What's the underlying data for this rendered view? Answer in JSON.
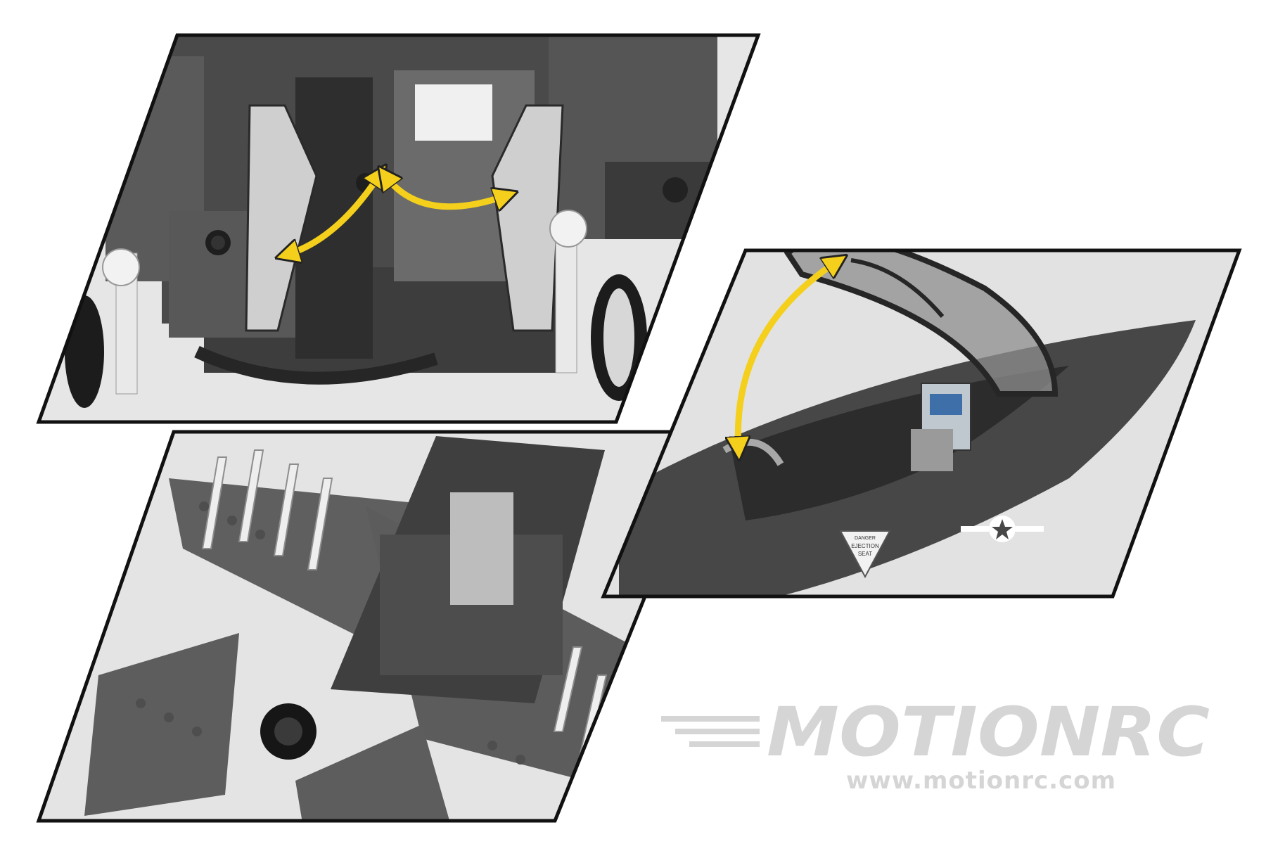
{
  "watermark": {
    "logo_text": "MOTIONRC",
    "url": "www.motionrc.com"
  },
  "decal": {
    "line1": "DANGER",
    "line2": "EJECTION",
    "line3": "SEAT"
  },
  "colors": {
    "background": "#ffffff",
    "panel_border": "#111111",
    "panel_fill": "#e4e4e4",
    "arrow": "#f4cf1c",
    "model_dark": "#3e3e3e",
    "model_light": "#d2d2d2",
    "watermark": "#d5d5d5"
  }
}
